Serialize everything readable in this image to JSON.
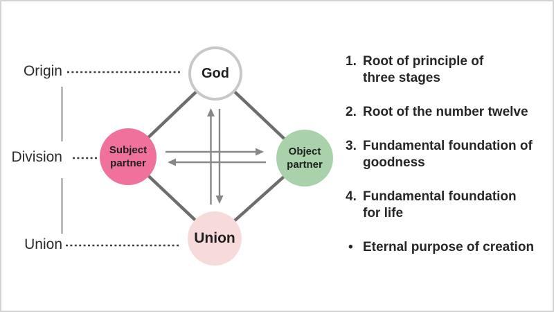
{
  "diagram": {
    "stage_labels": {
      "origin": "Origin",
      "division": "Division",
      "union": "Union"
    },
    "nodes": {
      "god": "God",
      "subject_partner": "Subject\npartner",
      "object_partner": "Object\npartner",
      "union": "Union"
    },
    "colors": {
      "subject_partner_fill": "#f0719c",
      "object_partner_fill": "#a9d2ab",
      "union_fill": "#f7dbdb",
      "god_ring": "#c8c8c8",
      "diamond_edge": "#6d6d6d",
      "arrow": "#878787",
      "connector": "#949494",
      "dotted_line": "#3c3c3c",
      "text": "#262626",
      "frame_border": "#d3d3d3",
      "background": "#ffffff"
    }
  },
  "list": {
    "items": [
      {
        "marker": "1.",
        "text": "Root of principle of\nthree stages"
      },
      {
        "marker": "2.",
        "text": "Root of the number twelve"
      },
      {
        "marker": "3.",
        "text": "Fundamental foundation of\ngoodness"
      },
      {
        "marker": "4.",
        "text": "Fundamental foundation\nfor life"
      },
      {
        "marker": "•",
        "text": "Eternal purpose of creation"
      }
    ]
  }
}
